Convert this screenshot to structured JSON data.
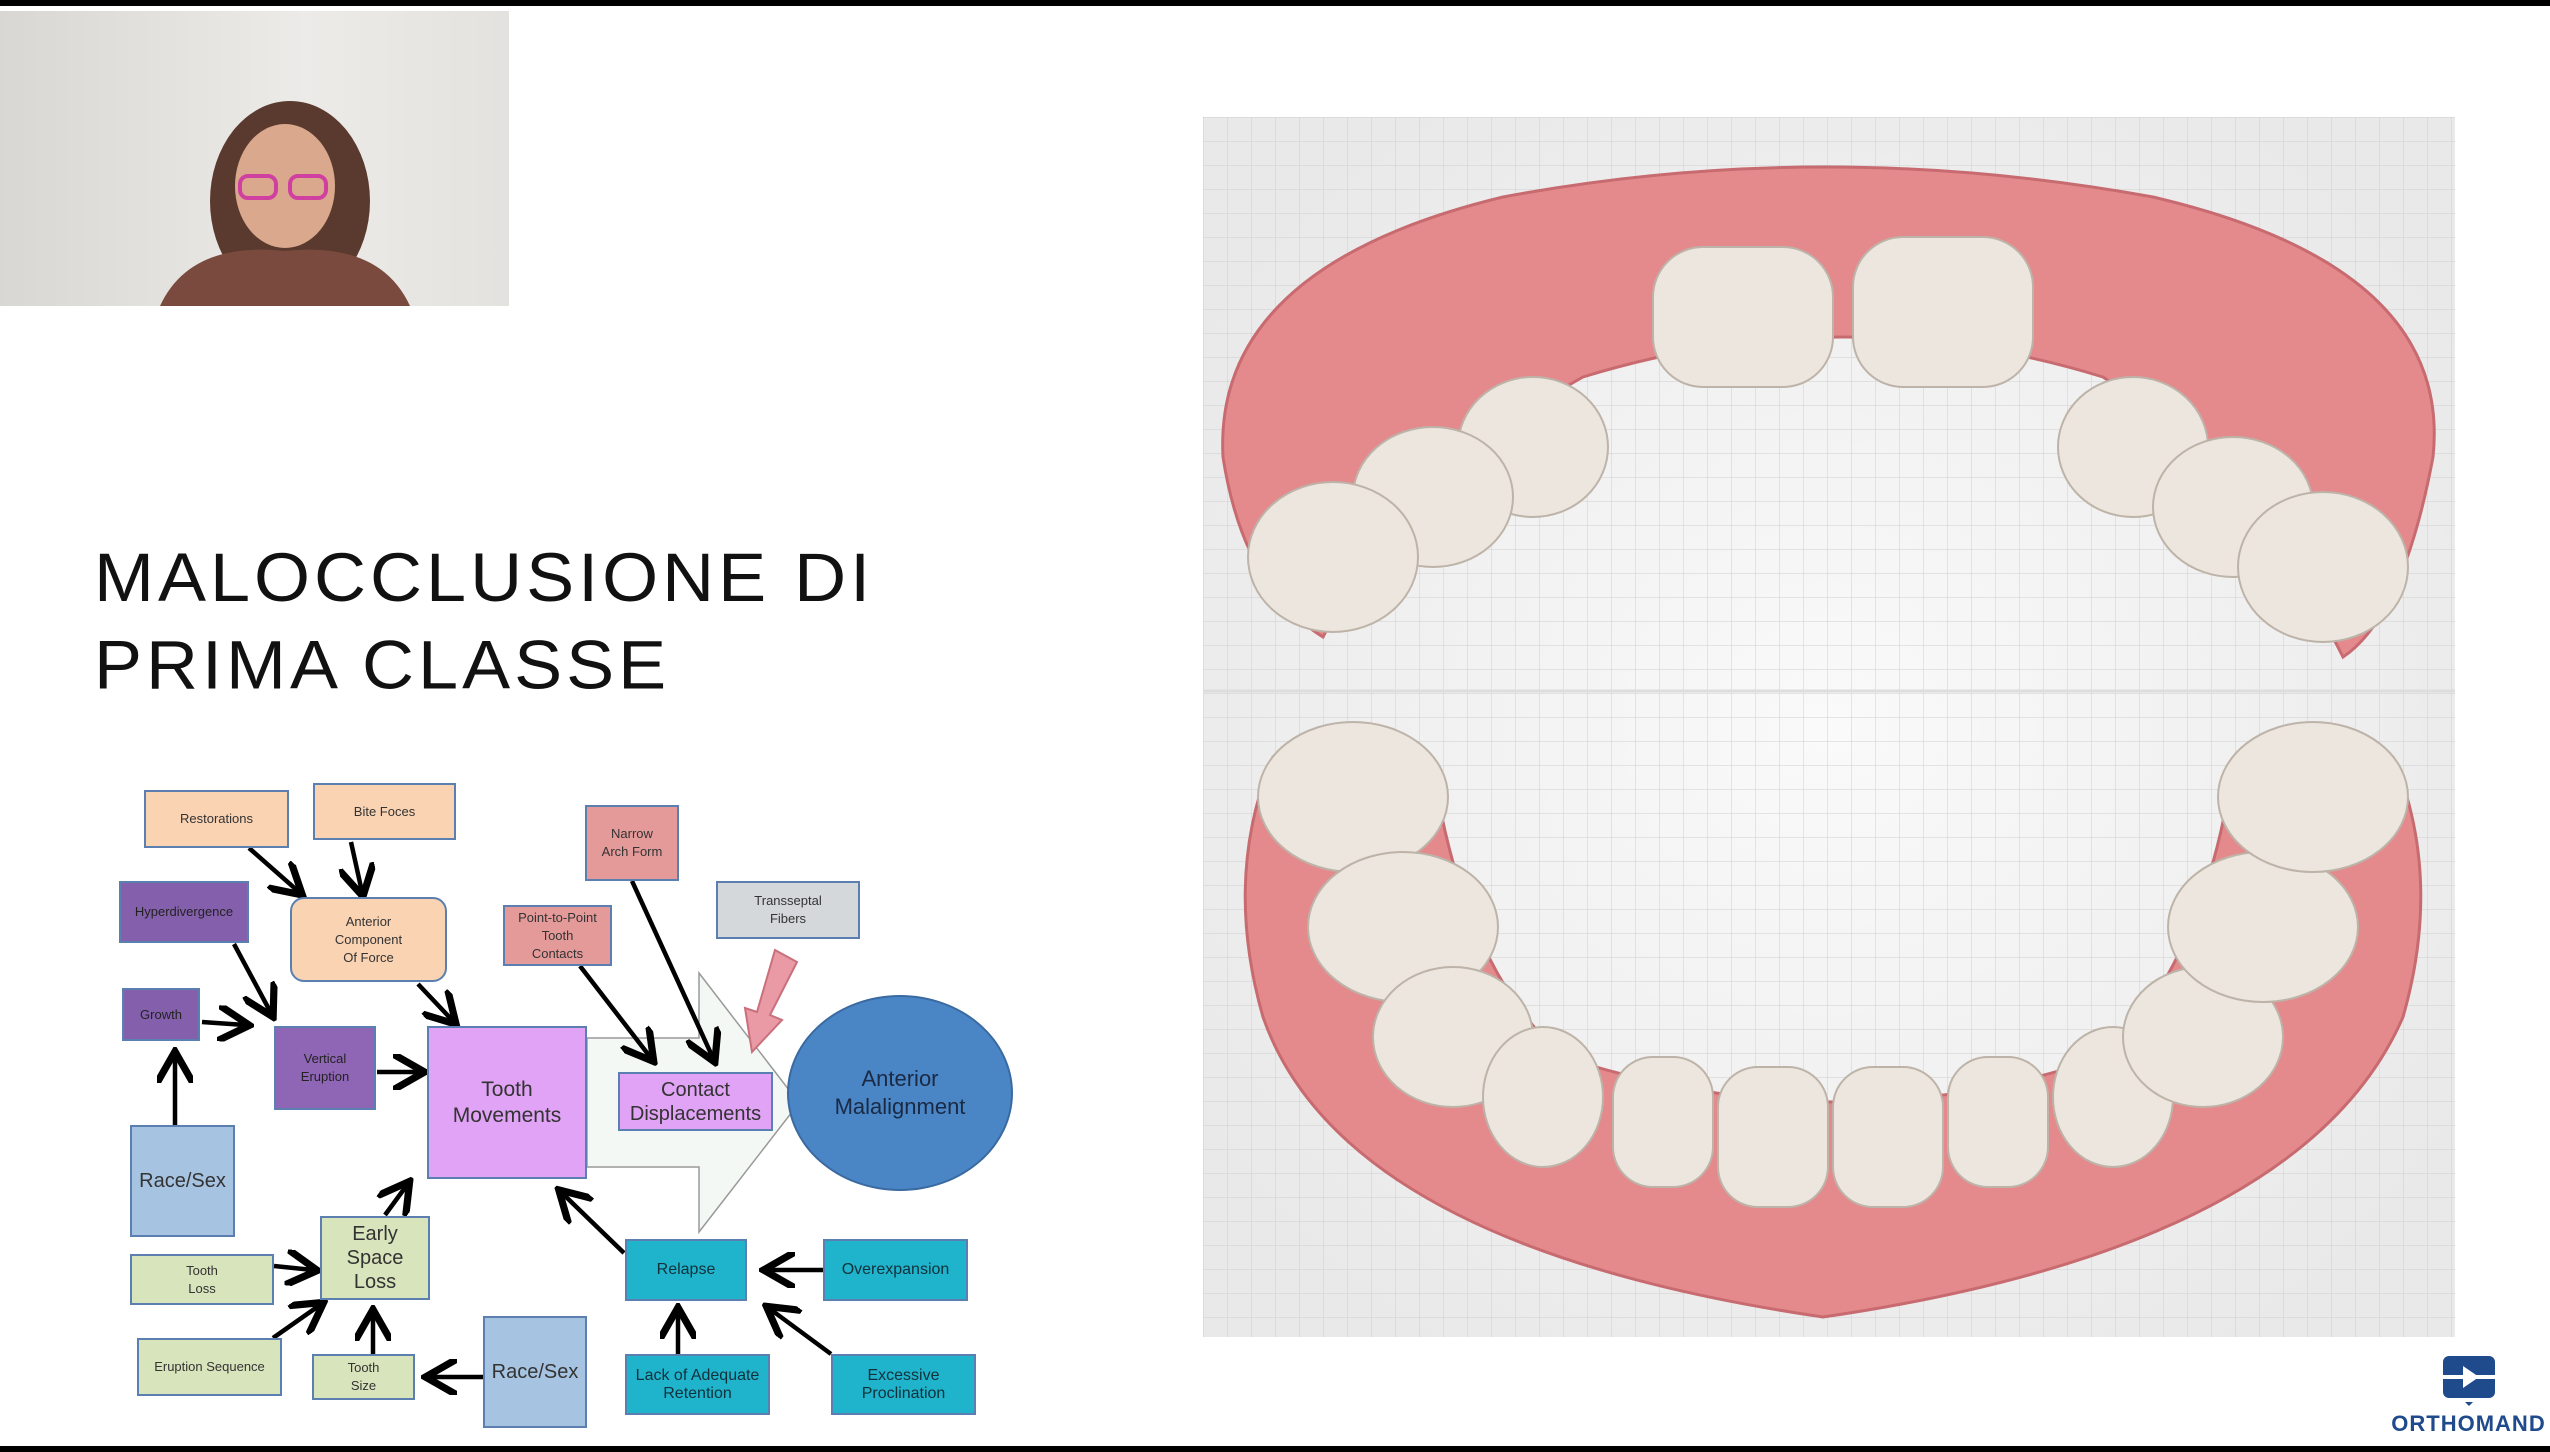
{
  "slide": {
    "title_line1": "MALOCCLUSIONE DI",
    "title_line2": "PRIMA CLASSE"
  },
  "diagram": {
    "restorations": "Restorations",
    "bite_forces": "Bite Foces",
    "hyperdivergence": "Hyperdivergence",
    "anterior_component": "Anterior\nComponent\nOf  Force",
    "growth": "Growth",
    "vertical_eruption": "Vertical\nEruption",
    "tooth_movements": "Tooth\nMovements",
    "narrow_arch": "Narrow\nArch Form",
    "point_to_point": "Point-to-Point\nTooth\nContacts",
    "transseptal": "Transseptal\nFibers",
    "contact_displacements": "Contact\nDisplacements",
    "anterior_malalignment": "Anterior\nMalalignment",
    "race_sex_left": "Race/Sex",
    "tooth_loss": "Tooth\nLoss",
    "early_space_loss": "Early\nSpace\nLoss",
    "eruption_sequence": "Eruption Sequence",
    "tooth_size": "Tooth\nSize",
    "race_sex_bottom": "Race/Sex",
    "relapse": "Relapse",
    "overexpansion": "Overexpansion",
    "lack_retention": "Lack of Adequate\nRetention",
    "excessive_proclination": "Excessive\nProclination"
  },
  "logo": {
    "text": "ORTHOMAND",
    "color": "#1f4a8c"
  }
}
